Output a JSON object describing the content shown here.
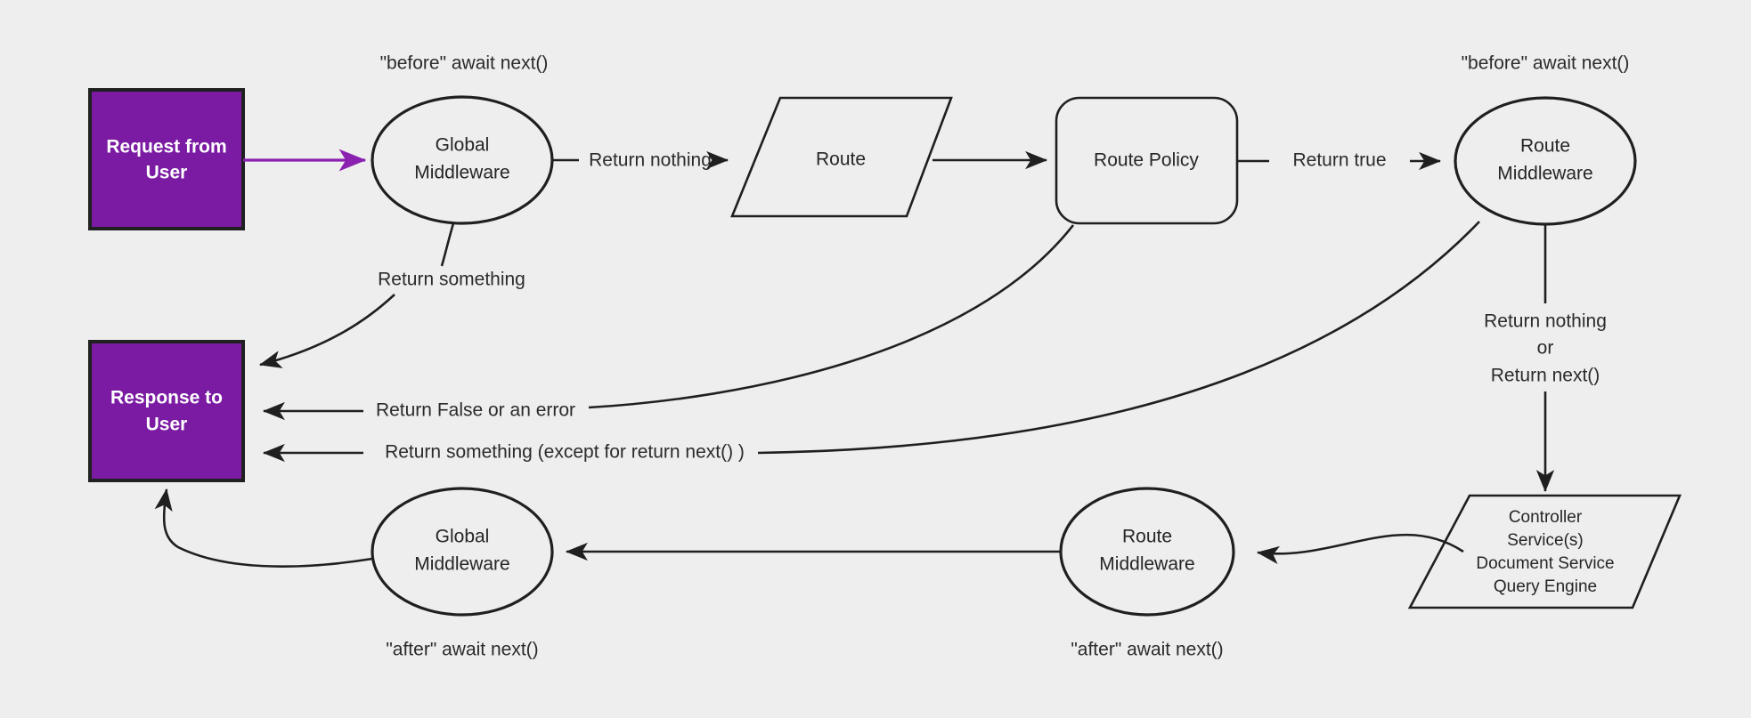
{
  "diagram": {
    "background_color": "#eeeeee",
    "accent_color": "#7B1BA3",
    "stroke_color": "#1f1f1f",
    "text_color": "#2b2b2b",
    "nodes": {
      "request_from_user": {
        "shape": "rectangle",
        "line1": "Request from",
        "line2": "User",
        "fill": "#7B1BA3"
      },
      "response_to_user": {
        "shape": "rectangle",
        "line1": "Response to",
        "line2": "User",
        "fill": "#7B1BA3"
      },
      "global_middleware_top": {
        "shape": "ellipse",
        "line1": "Global",
        "line2": "Middleware"
      },
      "route": {
        "shape": "parallelogram",
        "line1": "Route"
      },
      "route_policy": {
        "shape": "rounded-rectangle",
        "line1": "Route Policy"
      },
      "route_middleware_top": {
        "shape": "ellipse",
        "line1": "Route",
        "line2": "Middleware"
      },
      "handlers": {
        "shape": "parallelogram",
        "line1": "Controller",
        "line2": "Service(s)",
        "line3": "Document Service",
        "line4": "Query Engine"
      },
      "route_middleware_bottom": {
        "shape": "ellipse",
        "line1": "Route",
        "line2": "Middleware"
      },
      "global_middleware_bottom": {
        "shape": "ellipse",
        "line1": "Global",
        "line2": "Middleware"
      }
    },
    "annotations": {
      "before_await_next_global": "\"before\" await next()",
      "before_await_next_route": "\"before\" await next()",
      "after_await_next_global": "\"after\" await next()",
      "after_await_next_route": "\"after\" await next()"
    },
    "edge_labels": {
      "return_nothing": "Return nothing",
      "return_true": "Return true",
      "return_something": "Return something",
      "return_false_or_error": "Return False or an error",
      "return_something_except_next": "Return something (except for return next() )",
      "return_nothing_or_next_line1": "Return nothing",
      "return_nothing_or_next_line2": "or",
      "return_nothing_or_next_line3": "Return next()"
    }
  }
}
